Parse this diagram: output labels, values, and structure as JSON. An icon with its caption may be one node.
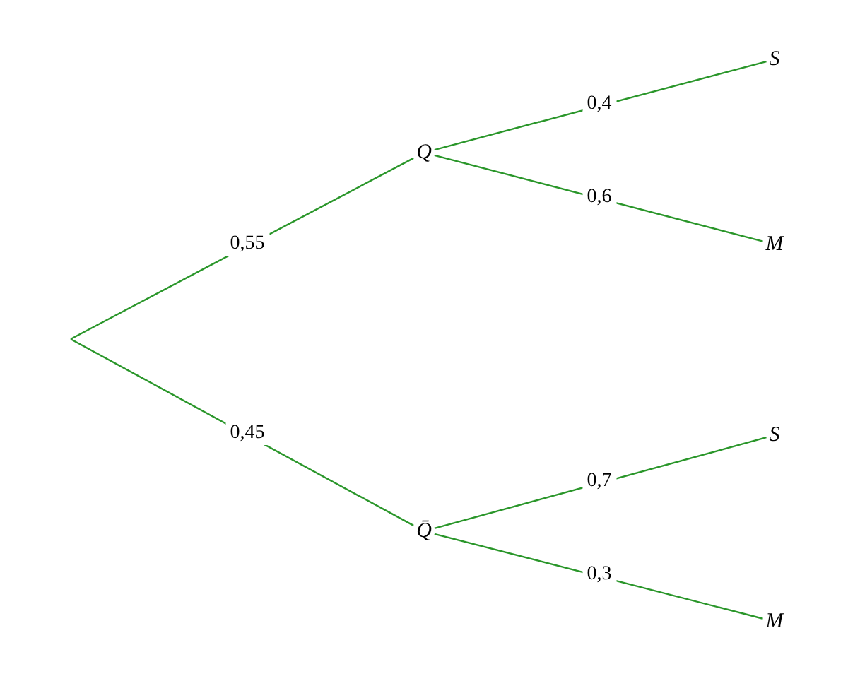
{
  "diagram": {
    "nodes": [
      {
        "text": [
          "Q"
        ]
      },
      {
        "text": [
          "Q̄"
        ]
      },
      {
        "text": [
          "S"
        ]
      },
      {
        "text": [
          "M"
        ]
      },
      {
        "text": [
          "S"
        ]
      },
      {
        "text": [
          "M"
        ]
      }
    ],
    "edges": [
      {
        "from": null,
        "to": 0,
        "arrow": "none",
        "label": "0,55"
      },
      {
        "from": null,
        "to": 1,
        "arrow": "none",
        "label": "0,45"
      },
      {
        "from": 0,
        "to": 2,
        "arrow": "none",
        "label": "0,4"
      },
      {
        "from": 0,
        "to": 3,
        "arrow": "none",
        "label": "0,6"
      },
      {
        "from": 1,
        "to": 4,
        "arrow": "none",
        "label": "0,7"
      },
      {
        "from": 1,
        "to": 5,
        "arrow": "none",
        "label": "0,3"
      }
    ]
  }
}
